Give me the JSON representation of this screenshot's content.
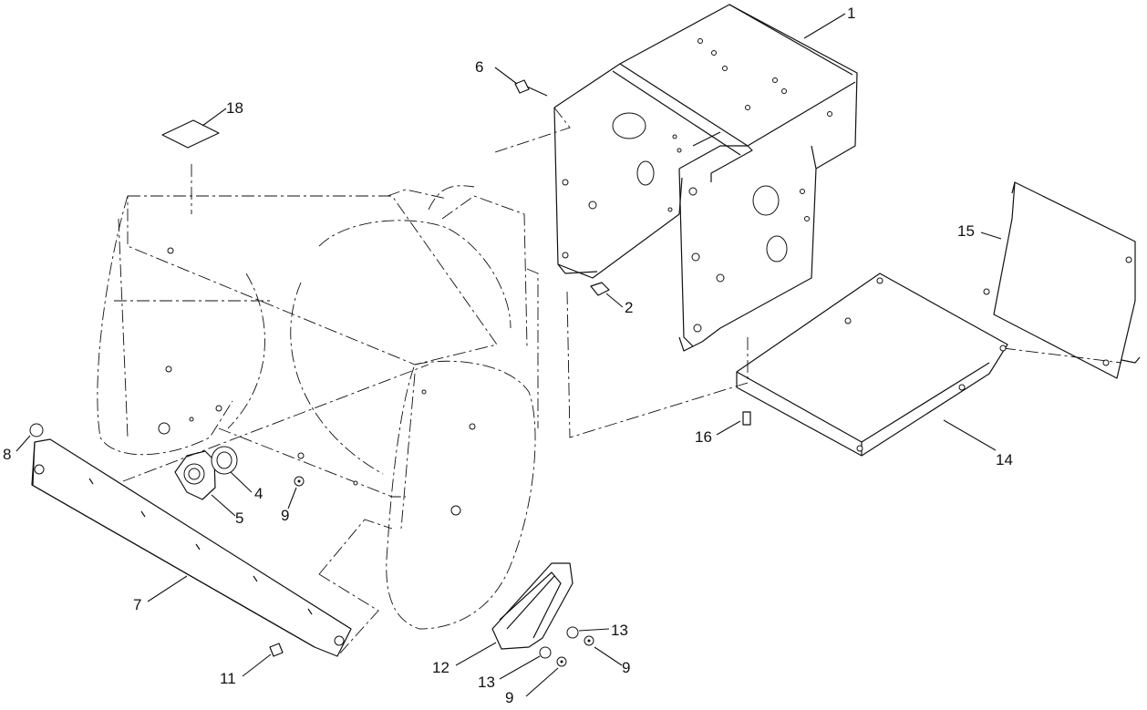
{
  "callouts": {
    "c1": "1",
    "c2": "2",
    "c4": "4",
    "c5": "5",
    "c6": "6",
    "c7": "7",
    "c8": "8",
    "c9a": "9",
    "c9b": "9",
    "c9c": "9",
    "c11": "11",
    "c12": "12",
    "c13a": "13",
    "c13b": "13",
    "c14": "14",
    "c15": "15",
    "c16": "16",
    "c18": "18"
  }
}
